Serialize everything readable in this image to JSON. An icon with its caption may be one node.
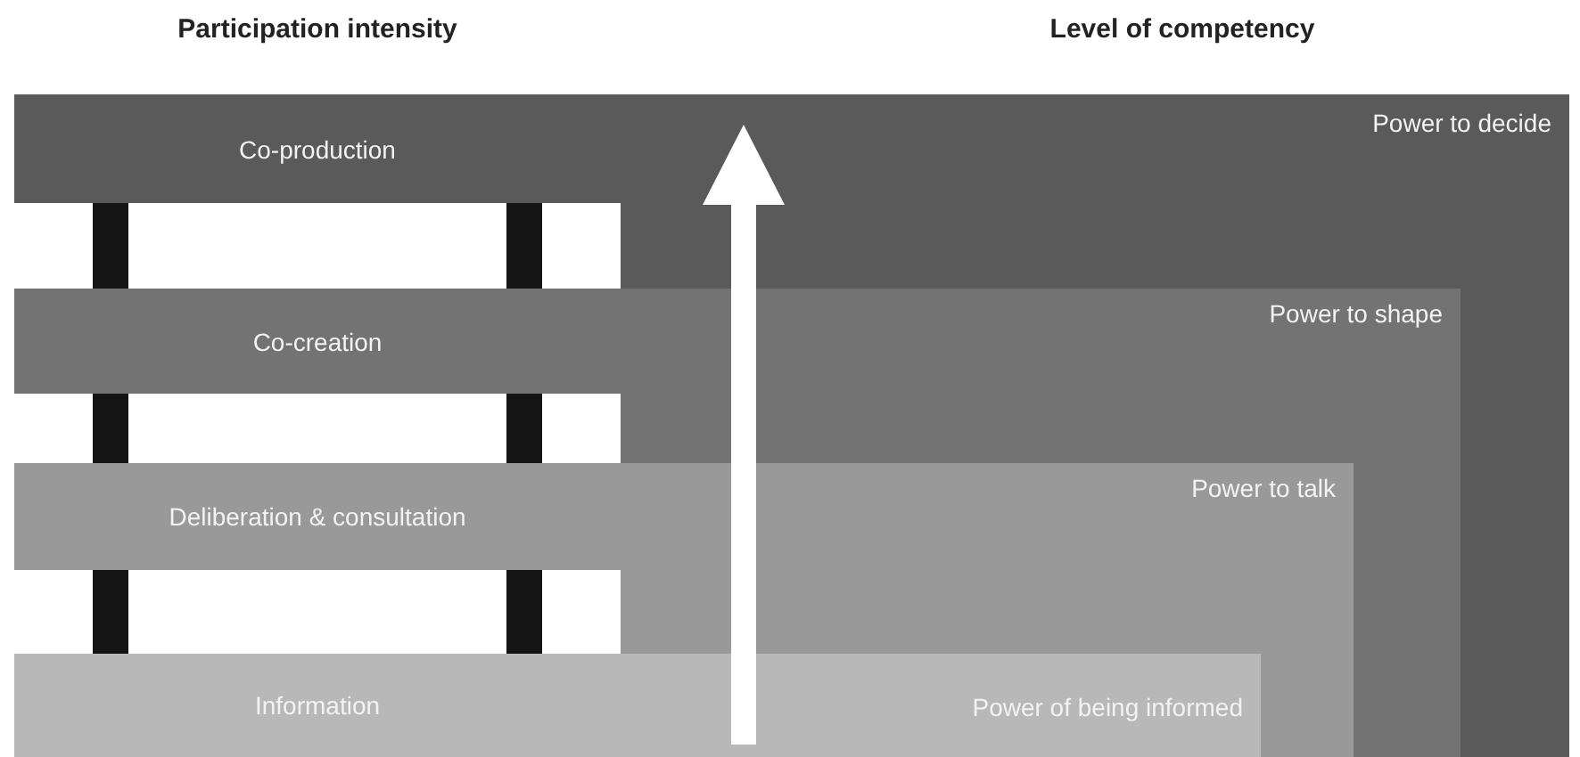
{
  "diagram": {
    "nodes": [
      {
        "text": [
          "Co-production"
        ]
      },
      {
        "text": [
          "Power to decide"
        ]
      },
      {
        "text": [
          "Power to shape"
        ],
        "in": 1
      },
      {
        "text": [
          "Co-creation"
        ]
      },
      {
        "text": [
          "Power to talk"
        ],
        "in": 2
      },
      {
        "text": [
          "Deliberation & consultation"
        ]
      },
      {
        "text": [
          "Power of being informed"
        ],
        "in": 4
      },
      {
        "text": [
          "Information"
        ]
      }
    ],
    "edges": [
      {
        "from": 0,
        "to": 3,
        "arrow": "none"
      },
      {
        "from": 0,
        "to": 3,
        "arrow": "none"
      },
      {
        "from": 3,
        "to": 5,
        "arrow": "none"
      },
      {
        "from": 3,
        "to": 5,
        "arrow": "none"
      },
      {
        "from": 5,
        "to": 7,
        "arrow": "none"
      },
      {
        "from": 5,
        "to": 7,
        "arrow": "none"
      }
    ],
    "labels": [
      "Participation intensity",
      "Level of competency"
    ]
  }
}
